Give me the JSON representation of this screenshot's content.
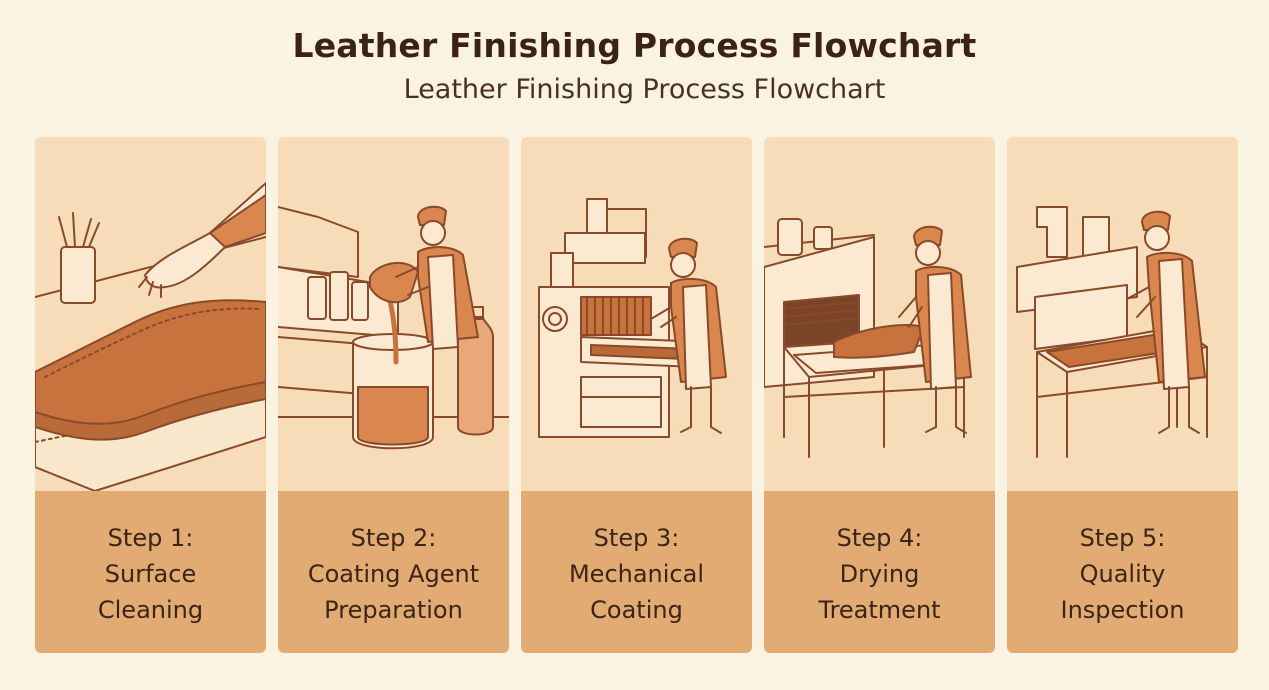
{
  "title": "Leather Finishing Process Flowchart",
  "subtitle": "Leather Finishing Process Flowchart",
  "steps": [
    {
      "step": "Step 1:",
      "line1": "Surface",
      "line2": "Cleaning",
      "icon": "leather-cleaning-icon"
    },
    {
      "step": "Step 2:",
      "line1": "Coating Agent",
      "line2": "Preparation",
      "icon": "coating-mixing-icon"
    },
    {
      "step": "Step 3:",
      "line1": "Mechanical",
      "line2": "Coating",
      "icon": "coating-machine-icon"
    },
    {
      "step": "Step 4:",
      "line1": "Drying",
      "line2": "Treatment",
      "icon": "drying-oven-icon"
    },
    {
      "step": "Step 5:",
      "line1": "Quality",
      "line2": "Inspection",
      "icon": "inspection-table-icon"
    }
  ],
  "colors": {
    "background": "#faf3e1",
    "card": "#f6dcb8",
    "label": "#e3ab74",
    "ink": "#8a4a2a",
    "leather": "#c8733e"
  }
}
